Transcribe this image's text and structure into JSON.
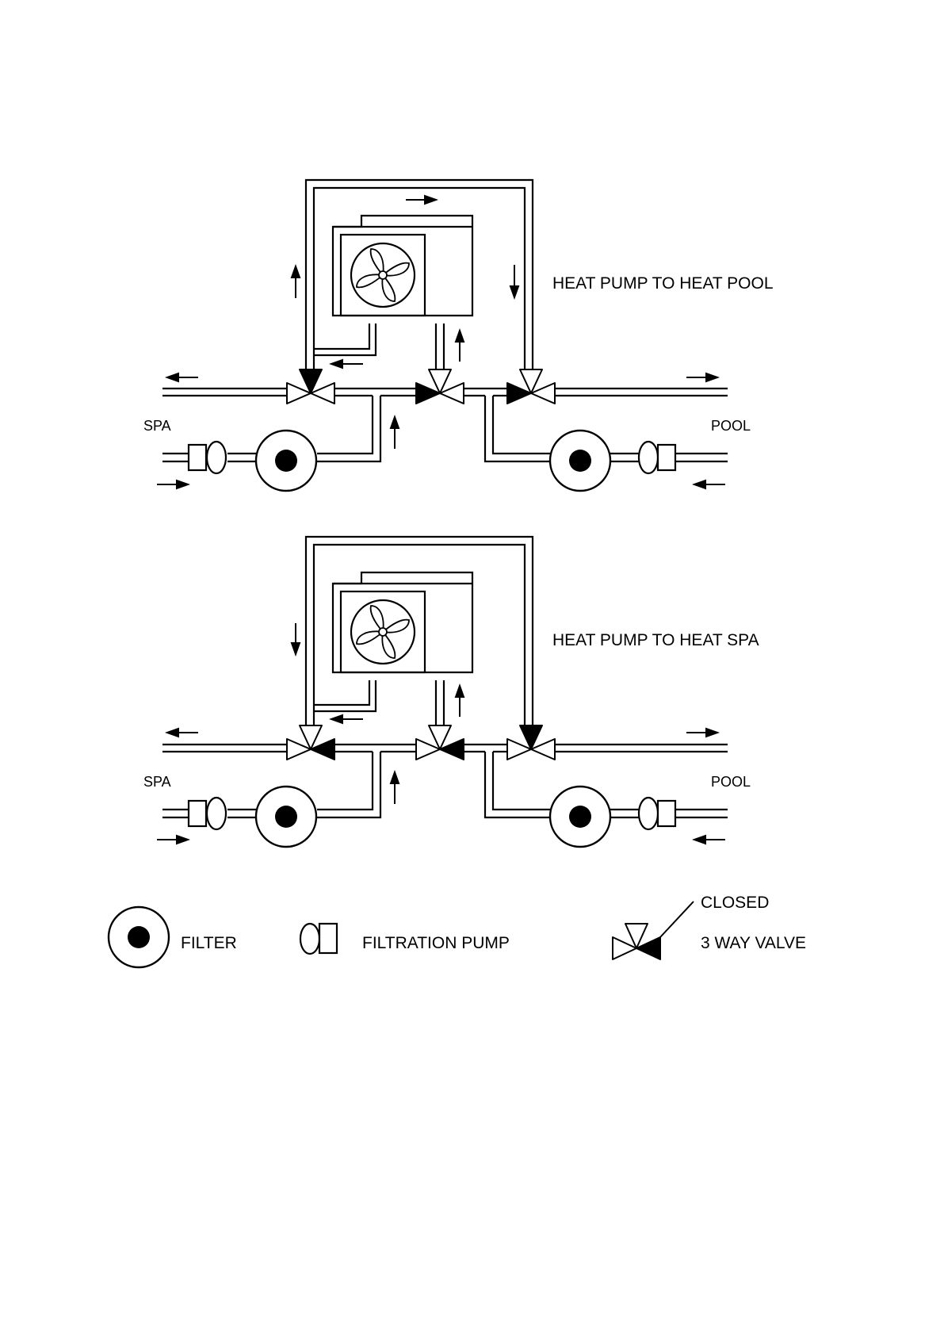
{
  "diagrams": [
    {
      "caption": "HEAT PUMP TO HEAT POOL",
      "left_label": "SPA",
      "right_label": "POOL"
    },
    {
      "caption": "HEAT PUMP TO HEAT SPA",
      "left_label": "SPA",
      "right_label": "POOL"
    }
  ],
  "legend": {
    "filter_label": "FILTER",
    "pump_label": "FILTRATION PUMP",
    "closed_label": "CLOSED",
    "valve_label": "3 WAY VALVE"
  },
  "colors": {
    "ink": "#000000",
    "paper": "#ffffff"
  }
}
